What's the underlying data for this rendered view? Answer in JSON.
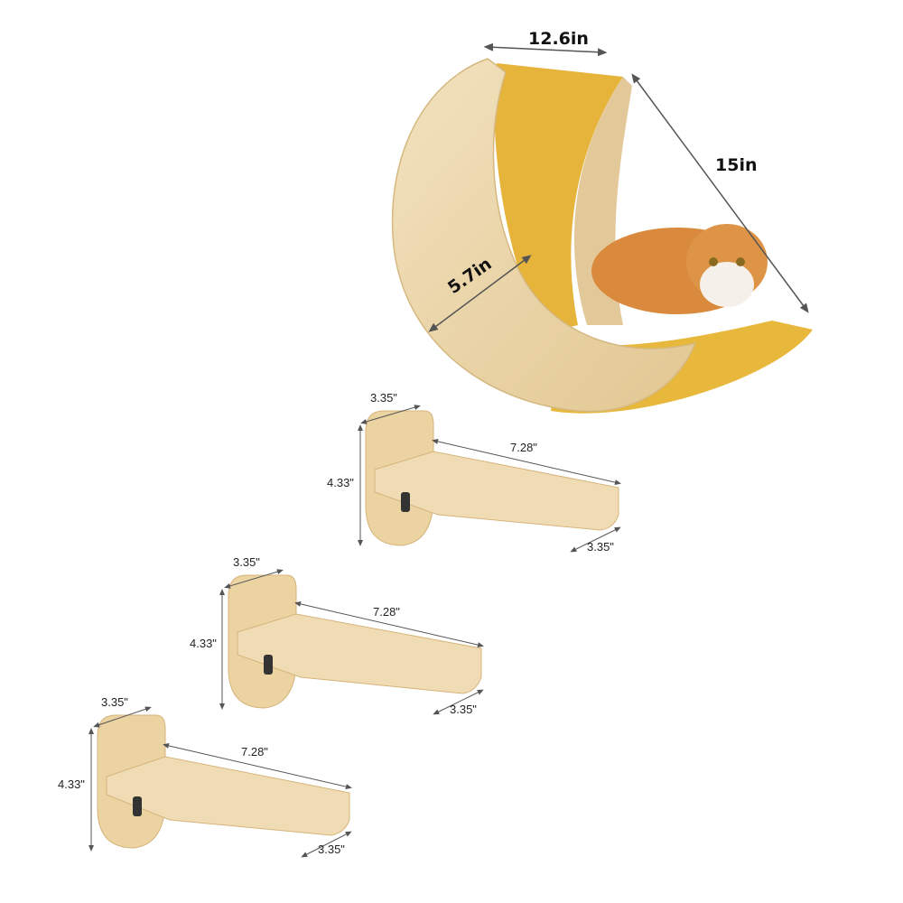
{
  "hammock": {
    "width_label": "12.6in",
    "diagonal_label": "15in",
    "depth_label": "5.7in",
    "colors": {
      "wood": "#ecd7ad",
      "wood_dark": "#d9bd88",
      "fabric": "#e8b83c",
      "cat": "#d98a3c"
    }
  },
  "shelves": [
    {
      "back_width": "3.35\"",
      "height": "4.33\"",
      "length": "7.28\"",
      "front_width": "3.35\""
    },
    {
      "back_width": "3.35\"",
      "height": "4.33\"",
      "length": "7.28\"",
      "front_width": "3.35\""
    },
    {
      "back_width": "3.35\"",
      "height": "4.33\"",
      "length": "7.28\"",
      "front_width": "3.35\""
    }
  ]
}
